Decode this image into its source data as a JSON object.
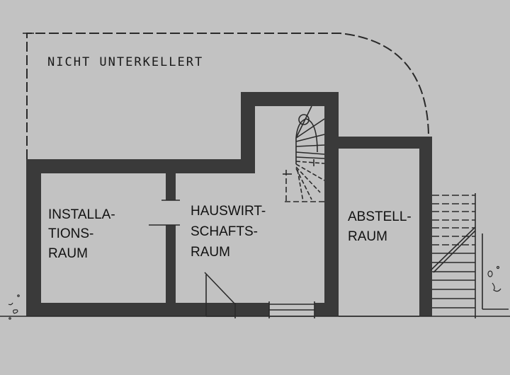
{
  "plan": {
    "annotation": "NICHT UNTERKELLERT",
    "rooms": [
      {
        "id": "installationsraum",
        "lines": [
          "INSTALLA-",
          "TIONS-",
          "RAUM"
        ]
      },
      {
        "id": "hauswirtschaftsraum",
        "lines": [
          "HAUSWIRT-",
          "SCHAFTS-",
          "RAUM"
        ]
      },
      {
        "id": "abstellraum",
        "lines": [
          "ABSTELL-",
          "RAUM"
        ]
      }
    ],
    "elements": {
      "staircase": "spiral-staircase",
      "exterior_stairs": "exterior-stairs",
      "door": "door-swing",
      "window": "window"
    },
    "colors": {
      "background": "#c2c2c2",
      "wall": "#3a3a3a",
      "line": "#2a2a2a"
    }
  }
}
